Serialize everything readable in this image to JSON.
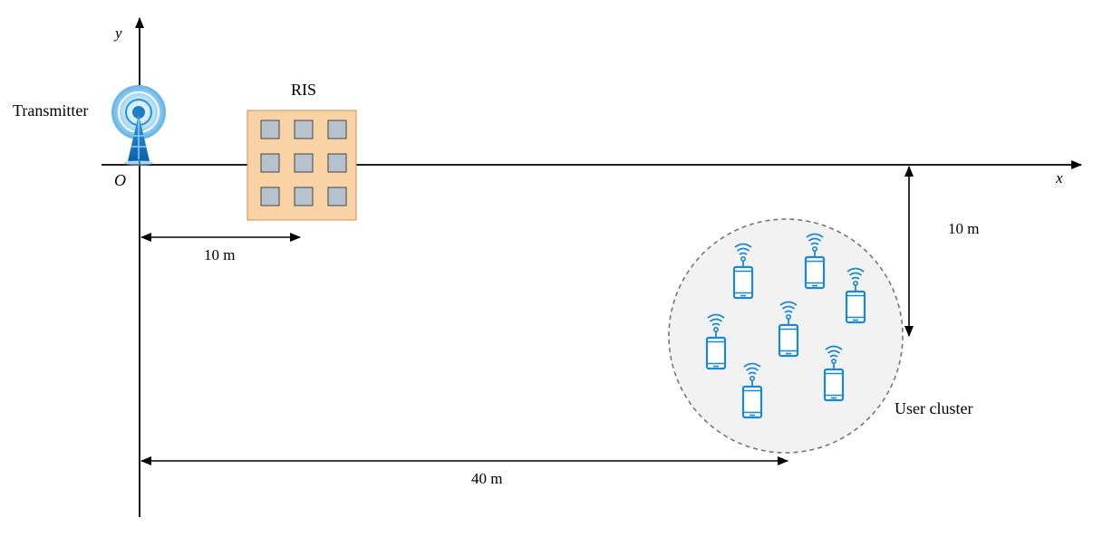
{
  "axes": {
    "x_label": "x",
    "y_label": "y",
    "origin_label": "O"
  },
  "transmitter": {
    "label": "Transmitter",
    "icon": "radio-tower-icon"
  },
  "ris": {
    "label": "RIS",
    "rows": 3,
    "cols": 3,
    "panel_color": "#f9d3a6",
    "element_color": "#b6c3ce"
  },
  "dimensions": {
    "ris_distance": "10 m",
    "cluster_offset": "10 m",
    "cluster_distance": "40 m"
  },
  "cluster": {
    "label": "User cluster",
    "fill_color": "#f2f2f2",
    "phone_icon": "smartphone-icon",
    "phone_color": "#1a88d9",
    "user_count": 7
  }
}
